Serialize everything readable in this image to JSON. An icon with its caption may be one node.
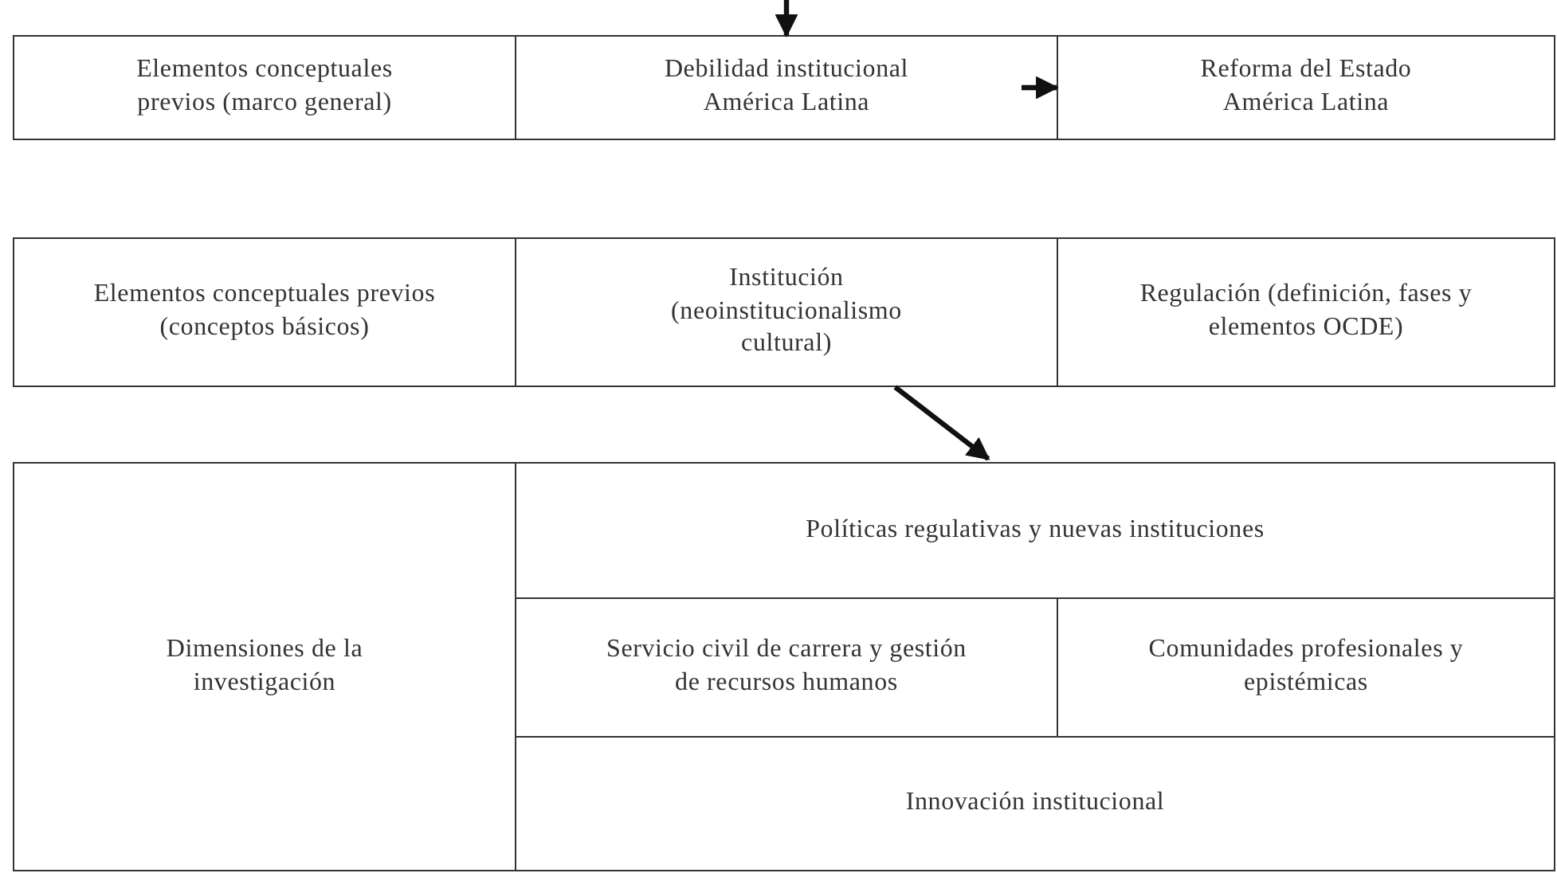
{
  "diagram": {
    "nodes": [
      {
        "text": [
          "Elementos conceptuales previos (marco general)"
        ]
      },
      {
        "text": [
          "Debilidad institucional América Latina"
        ]
      },
      {
        "text": [
          "Reforma del Estado América Latina"
        ]
      },
      {
        "text": [
          "Elementos conceptuales previos (conceptos básicos)"
        ]
      },
      {
        "text": [
          "Institución (neoinstitucionalismo cultural)"
        ]
      },
      {
        "text": [
          "Regulación (definición, fases y elementos OCDE)"
        ]
      },
      {
        "text": [
          "Dimensiones de la investigación"
        ]
      },
      {
        "text": [
          "Políticas regulativas y nuevas instituciones"
        ]
      },
      {
        "text": [
          "Servicio civil de carrera y gestión de recursos humanos"
        ]
      },
      {
        "text": [
          "Comunidades profesionales y epistémicas"
        ]
      },
      {
        "text": [
          "Innovación institucional"
        ]
      }
    ],
    "edges": [
      {
        "from": null,
        "to": 1,
        "arrow": "to"
      },
      {
        "from": 1,
        "to": 2,
        "arrow": "to"
      },
      {
        "from": 4,
        "to": 7,
        "arrow": "to"
      }
    ]
  }
}
